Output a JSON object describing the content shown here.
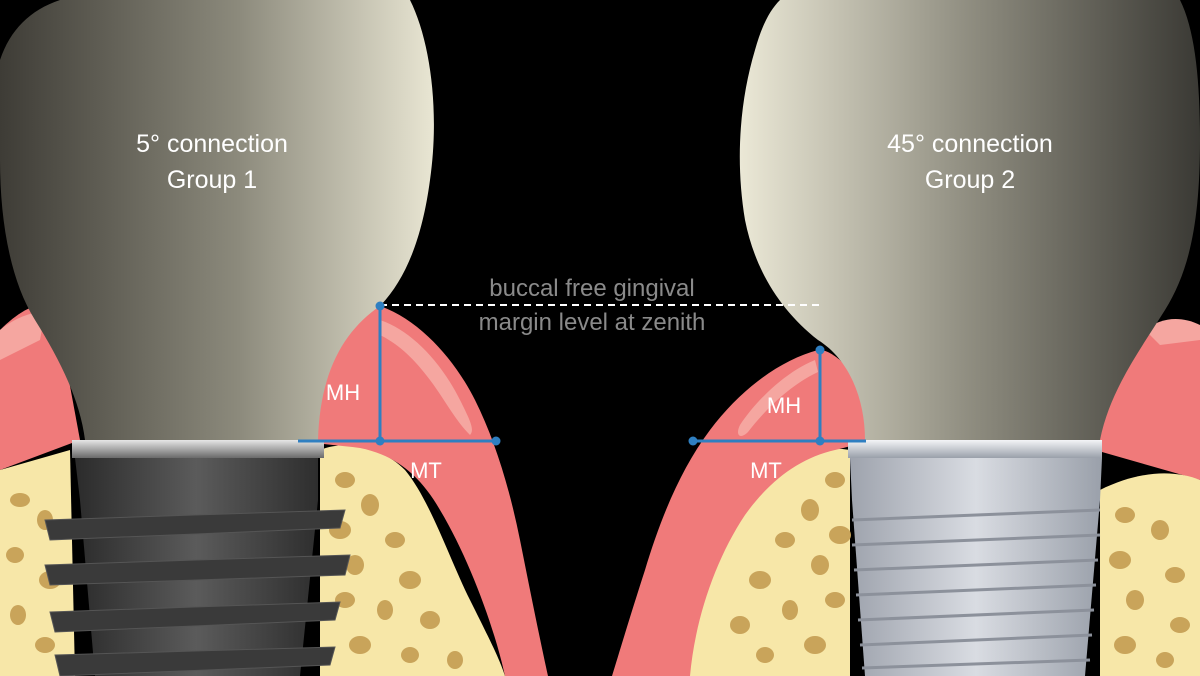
{
  "left_label": {
    "line1": "5° connection",
    "line2": "Group 1"
  },
  "right_label": {
    "line1": "45° connection",
    "line2": "Group 2"
  },
  "center_label": {
    "line1": "buccal free gingival",
    "line2": "margin level at zenith"
  },
  "measurements": {
    "left_height": "MH",
    "left_thickness": "MT",
    "right_height": "MH",
    "right_thickness": "MT"
  },
  "colors": {
    "background": "#000000",
    "gingiva": "#f07a7a",
    "gingiva_light": "#f5a6a0",
    "bone": "#f7e7a8",
    "bone_pores": "#c9a45a",
    "measure_line": "#2f7fc1",
    "implant_dark": "#4a4a4a",
    "implant_light": "#b8bcc4"
  }
}
